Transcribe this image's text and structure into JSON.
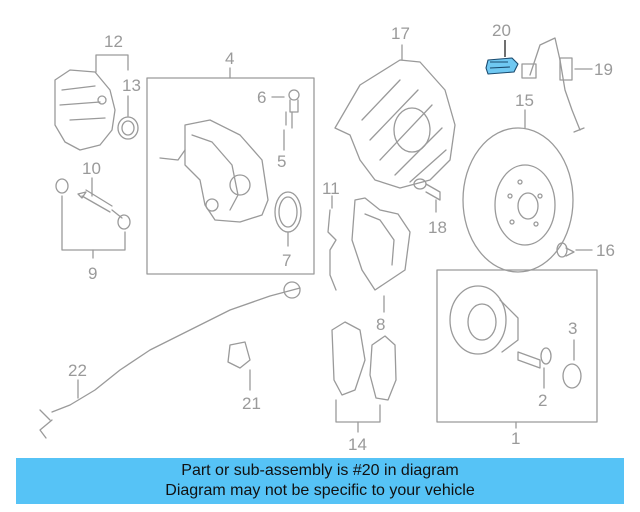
{
  "callouts": {
    "c1": "1",
    "c2": "2",
    "c3": "3",
    "c4": "4",
    "c5": "5",
    "c6": "6",
    "c7": "7",
    "c8": "8",
    "c9": "9",
    "c10": "10",
    "c11": "11",
    "c12": "12",
    "c13": "13",
    "c14": "14",
    "c15": "15",
    "c16": "16",
    "c17": "17",
    "c18": "18",
    "c19": "19",
    "c20": "20",
    "c21": "21",
    "c22": "22"
  },
  "banner": {
    "line1": "Part or sub-assembly is #20 in diagram",
    "line2": "Diagram may not be specific to your vehicle"
  },
  "colors": {
    "line": "#9a9a9a",
    "highlight_part": "#6fc8f2",
    "banner": "#56c3f6"
  }
}
